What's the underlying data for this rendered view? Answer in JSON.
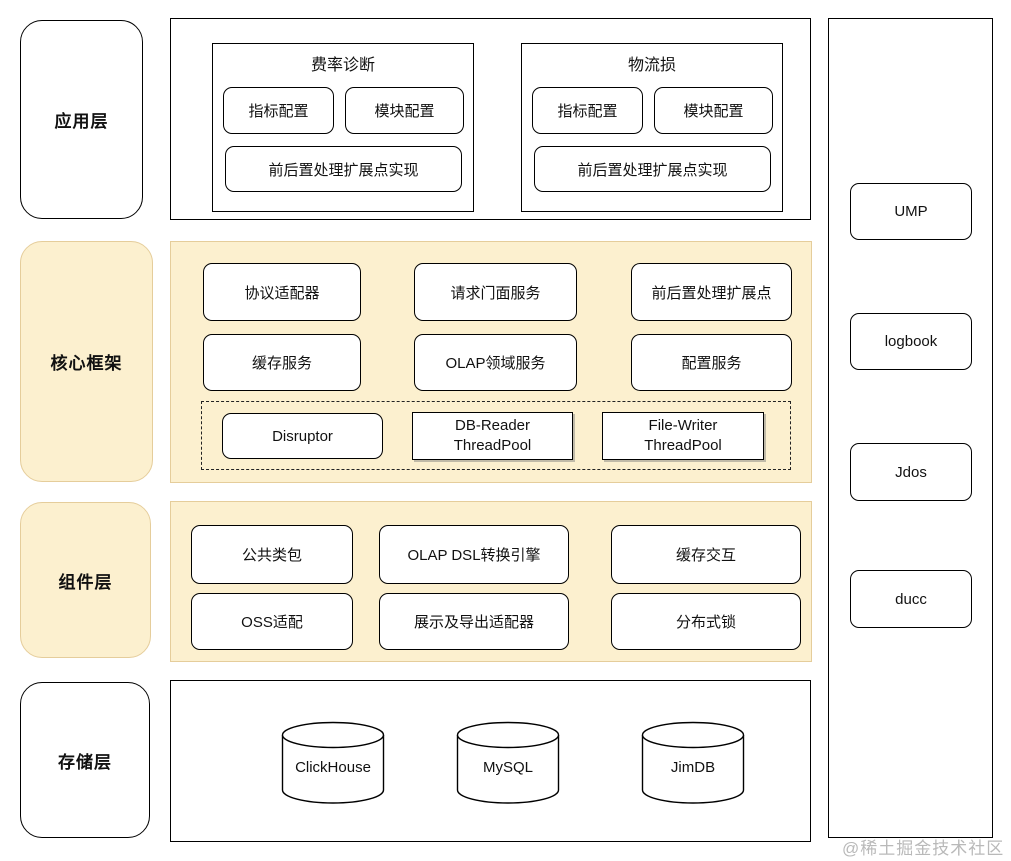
{
  "colors": {
    "cream": "#FCF0CF",
    "cream_border": "#E5CD9B",
    "line": "#000000",
    "watermark_gray": "#B9B9B9"
  },
  "app_layer": {
    "label": "应用层",
    "groups": [
      {
        "title": "费率诊断",
        "box1": "指标配置",
        "box2": "模块配置",
        "wide": "前后置处理扩展点实现"
      },
      {
        "title": "物流损",
        "box1": "指标配置",
        "box2": "模块配置",
        "wide": "前后置处理扩展点实现"
      }
    ]
  },
  "core_layer": {
    "label": "核心框架",
    "row1": [
      "协议适配器",
      "请求门面服务",
      "前后置处理扩展点"
    ],
    "row2": [
      "缓存服务",
      "OLAP领域服务",
      "配置服务"
    ],
    "pools": {
      "disruptor": "Disruptor",
      "db_reader_line1": "DB-Reader",
      "db_reader_line2": "ThreadPool",
      "file_writer_line1": "File-Writer",
      "file_writer_line2": "ThreadPool"
    }
  },
  "component_layer": {
    "label": "组件层",
    "row1": [
      "公共类包",
      "OLAP DSL转换引擎",
      "缓存交互"
    ],
    "row2": [
      "OSS适配",
      "展示及导出适配器",
      "分布式锁"
    ]
  },
  "storage_layer": {
    "label": "存储层",
    "databases": [
      "ClickHouse",
      "MySQL",
      "JimDB"
    ]
  },
  "sidebar": {
    "items": [
      "UMP",
      "logbook",
      "Jdos",
      "ducc"
    ]
  },
  "watermark": "@稀土掘金技术社区"
}
